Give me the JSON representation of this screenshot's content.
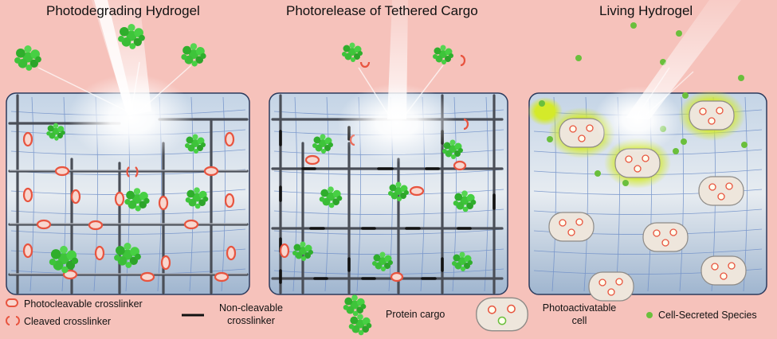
{
  "panels": {
    "left_title": "Photodegrading Hydrogel",
    "middle_title": "Photorelease of Tethered Cargo",
    "right_title": "Living Hydrogel"
  },
  "legend": {
    "photocleavable": "Photocleavable crosslinker",
    "cleaved": "Cleaved crosslinker",
    "noncleavable_line1": "Non-cleavable",
    "noncleavable_line2": "crosslinker",
    "protein": "Protein cargo",
    "photoactivatable_line1": "Photoactivatable",
    "photoactivatable_line2": "cell",
    "secreted": "Cell-Secreted Species"
  },
  "colors": {
    "background": "#f6c2bb",
    "crosslinker": "#e8543f",
    "protein": "#3ec43a",
    "secreted": "#6abf3c",
    "cell_glow": "#c8e62a"
  }
}
